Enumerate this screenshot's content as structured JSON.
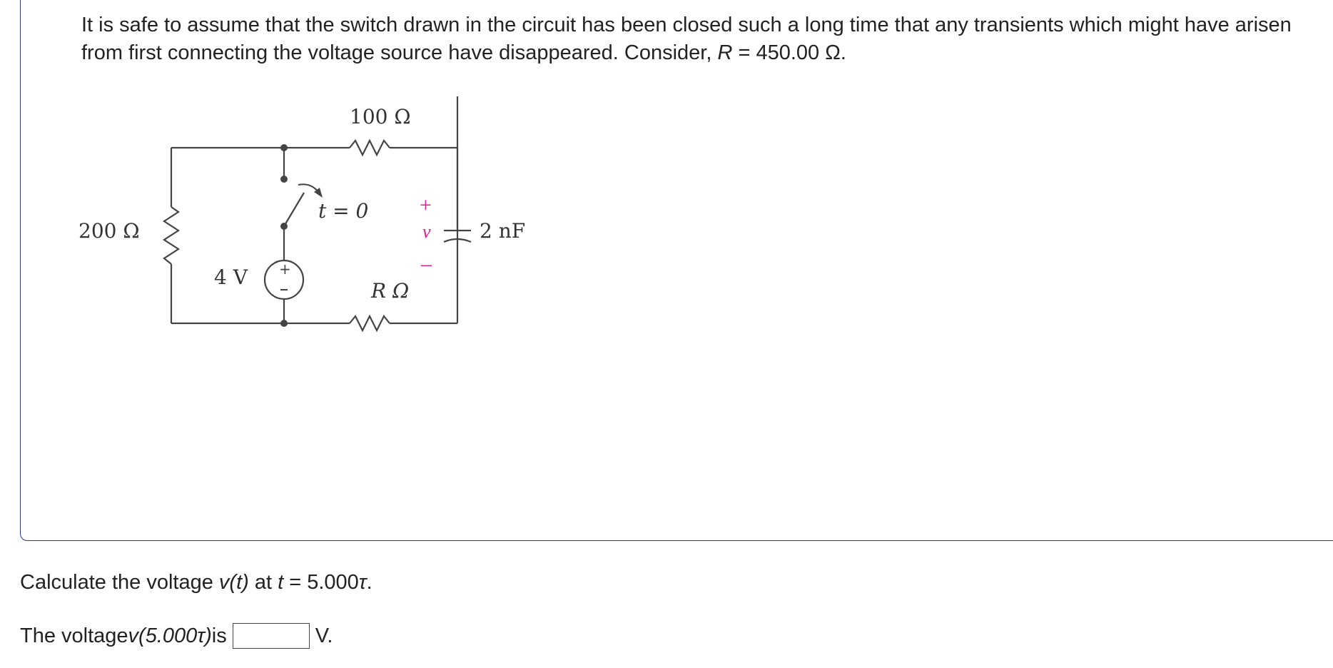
{
  "problem": {
    "intro_text": "It is safe to assume that the switch drawn in the circuit has been closed such a long time that any transients which might have arisen from first connecting the voltage source have disappeared. Consider, ",
    "r_symbol": "R",
    "r_value": " = 450.00 Ω."
  },
  "circuit": {
    "r_top_label": "100 Ω",
    "r_left_label": "200 Ω",
    "source_label": "4 V",
    "switch_label": "t = 0",
    "r_bottom_label": "R Ω",
    "cap_label": "2 nF",
    "v_label": "v",
    "plus_sign": "+",
    "minus_sign": "–"
  },
  "question": {
    "prefix": "Calculate the voltage ",
    "vt": "v(t)",
    "mid": " at ",
    "t": "t",
    "value": " = 5.000",
    "tau": "τ",
    "end": "."
  },
  "answer": {
    "prefix": "The voltage ",
    "v_expr": "v(5.000τ)",
    "is": " is",
    "placeholder": "",
    "unit": "V."
  }
}
